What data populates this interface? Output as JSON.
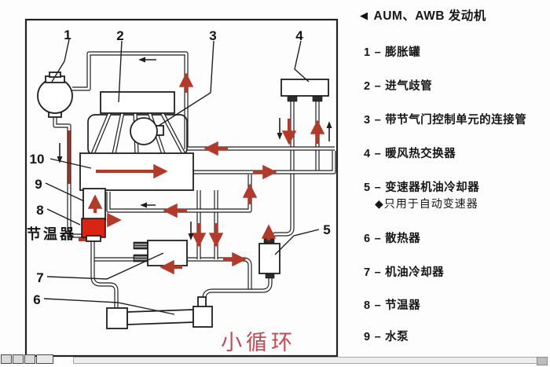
{
  "diagram": {
    "labels": {
      "n1": "1",
      "n2": "2",
      "n3": "3",
      "n4": "4",
      "n5": "5",
      "n6": "6",
      "n7": "7",
      "n8": "8",
      "n9": "9",
      "n10": "10"
    },
    "thermostat_text": "节温器",
    "small_loop_text": "小循环"
  },
  "legend": {
    "pointer": "◀",
    "title": "AUM、AWB 发动机",
    "separator": "–",
    "items": [
      {
        "num": "1",
        "label": "膨胀罐"
      },
      {
        "num": "2",
        "label": "进气歧管"
      },
      {
        "num": "3",
        "label": "带节气门控制单元的连接管"
      },
      {
        "num": "4",
        "label": "暖风热交换器"
      },
      {
        "num": "5",
        "label": "变速器机油冷却器",
        "note": "◆只用于自动变速器"
      },
      {
        "num": "6",
        "label": "散热器"
      },
      {
        "num": "7",
        "label": "机油冷却器"
      },
      {
        "num": "8",
        "label": "节温器"
      },
      {
        "num": "9",
        "label": "水泵"
      }
    ]
  },
  "colors": {
    "flow_red": "#b23a2b",
    "thermostat_red": "#d92313",
    "loop_text_red": "#c34a52",
    "line_dark": "#1f1f1f"
  }
}
